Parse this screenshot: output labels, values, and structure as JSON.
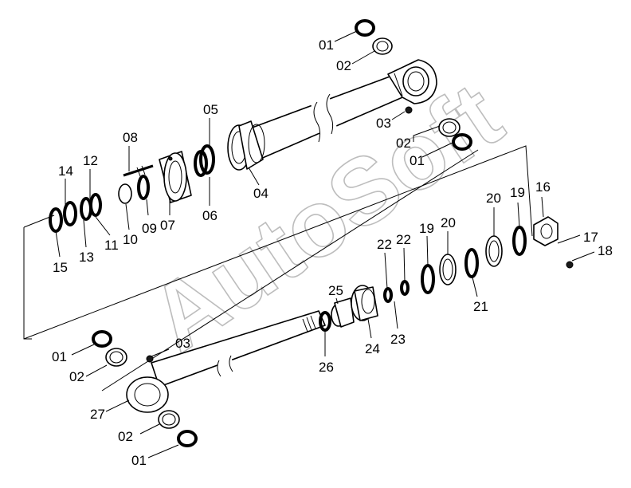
{
  "watermark": "AutoSoft",
  "callouts": [
    {
      "id": "c01a",
      "text": "01"
    },
    {
      "id": "c02a",
      "text": "02"
    },
    {
      "id": "c03a",
      "text": "03"
    },
    {
      "id": "c02b",
      "text": "02"
    },
    {
      "id": "c01b",
      "text": "01"
    },
    {
      "id": "c05",
      "text": "05"
    },
    {
      "id": "c08",
      "text": "08"
    },
    {
      "id": "c14",
      "text": "14"
    },
    {
      "id": "c12",
      "text": "12"
    },
    {
      "id": "c04",
      "text": "04"
    },
    {
      "id": "c06",
      "text": "06"
    },
    {
      "id": "c07",
      "text": "07"
    },
    {
      "id": "c09",
      "text": "09"
    },
    {
      "id": "c10",
      "text": "10"
    },
    {
      "id": "c11",
      "text": "11"
    },
    {
      "id": "c13",
      "text": "13"
    },
    {
      "id": "c15",
      "text": "15"
    },
    {
      "id": "c16",
      "text": "16"
    },
    {
      "id": "c17",
      "text": "17"
    },
    {
      "id": "c18",
      "text": "18"
    },
    {
      "id": "c19a",
      "text": "19"
    },
    {
      "id": "c20a",
      "text": "20"
    },
    {
      "id": "c19b",
      "text": "19"
    },
    {
      "id": "c20b",
      "text": "20"
    },
    {
      "id": "c21",
      "text": "21"
    },
    {
      "id": "c22a",
      "text": "22"
    },
    {
      "id": "c22b",
      "text": "22"
    },
    {
      "id": "c23",
      "text": "23"
    },
    {
      "id": "c24",
      "text": "24"
    },
    {
      "id": "c25",
      "text": "25"
    },
    {
      "id": "c26",
      "text": "26"
    },
    {
      "id": "c01c",
      "text": "01"
    },
    {
      "id": "c03b",
      "text": "03"
    },
    {
      "id": "c02c",
      "text": "02"
    },
    {
      "id": "c27",
      "text": "27"
    },
    {
      "id": "c02d",
      "text": "02"
    },
    {
      "id": "c01d",
      "text": "01"
    }
  ]
}
